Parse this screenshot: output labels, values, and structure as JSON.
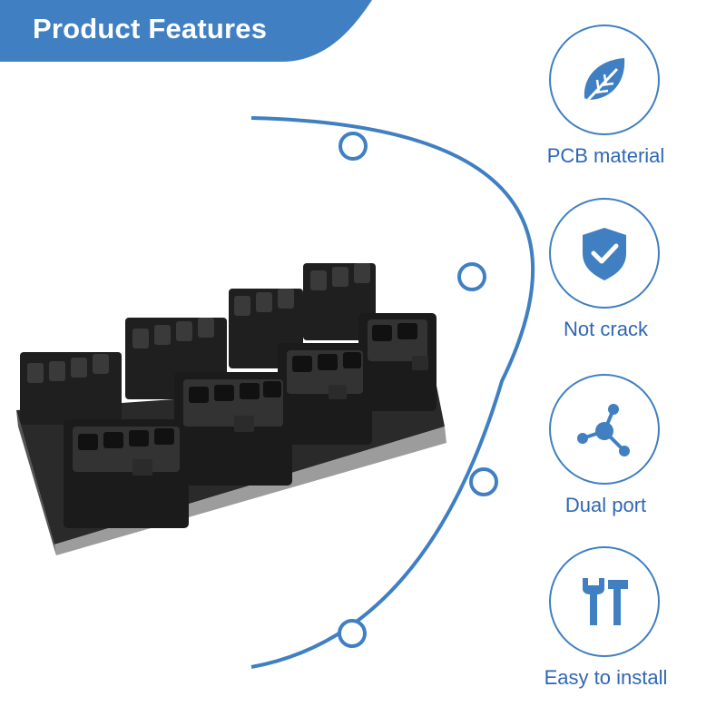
{
  "banner": {
    "title": "Product Features"
  },
  "colors": {
    "accent": "#3f7fc2",
    "label": "#2f67b3"
  },
  "features": [
    {
      "label": "PCB material",
      "icon": "leaf-icon"
    },
    {
      "label": "Not crack",
      "icon": "shield-check-icon"
    },
    {
      "label": "Dual port",
      "icon": "molecule-icon"
    },
    {
      "label": "Easy to install",
      "icon": "wrench-hammer-icon"
    }
  ]
}
